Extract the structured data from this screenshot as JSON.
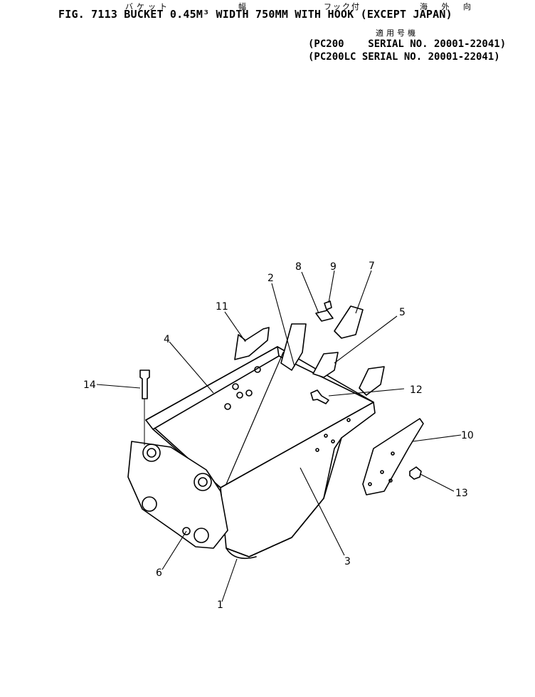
{
  "header": {
    "jp_labels": [
      "バケット",
      "幅",
      "フック付",
      "海 外 向"
    ],
    "title": "FIG. 7113  BUCKET 0.45M³ WIDTH 750MM WITH HOOK (EXCEPT JAPAN)",
    "serial_heading": "適用号機",
    "serial_lines": [
      "(PC200    SERIAL NO. 20001-22041)",
      "(PC200LC SERIAL NO. 20001-22041)"
    ]
  },
  "callouts": [
    "1",
    "2",
    "3",
    "4",
    "5",
    "6",
    "7",
    "8",
    "9",
    "10",
    "11",
    "12",
    "13",
    "14"
  ]
}
